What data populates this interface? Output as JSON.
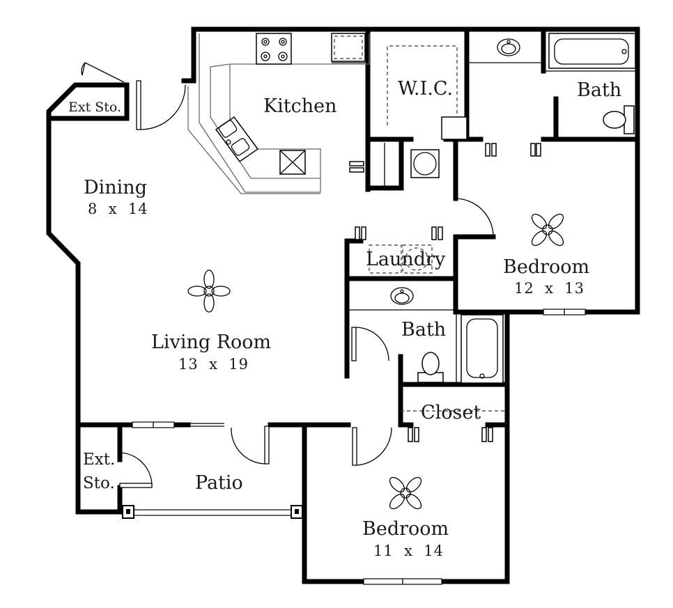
{
  "rooms": {
    "kitchen": {
      "label": "Kitchen"
    },
    "wic": {
      "label": "W.I.C."
    },
    "bath_master": {
      "label": "Bath"
    },
    "ext_storage_top": {
      "label": "Ext Sto."
    },
    "dining": {
      "label": "Dining",
      "dims": "8  x  14"
    },
    "living": {
      "label": "Living Room",
      "dims": "13  x  19"
    },
    "laundry": {
      "label": "Laundry"
    },
    "bedroom_master": {
      "label": "Bedroom",
      "dims": "12  x  13"
    },
    "bath_second": {
      "label": "Bath"
    },
    "closet": {
      "label": "Closet"
    },
    "ext_storage_patio": {
      "label_line1": "Ext.",
      "label_line2": "Sto."
    },
    "patio": {
      "label": "Patio"
    },
    "bedroom_second": {
      "label": "Bedroom",
      "dims": "11  x  14"
    }
  }
}
